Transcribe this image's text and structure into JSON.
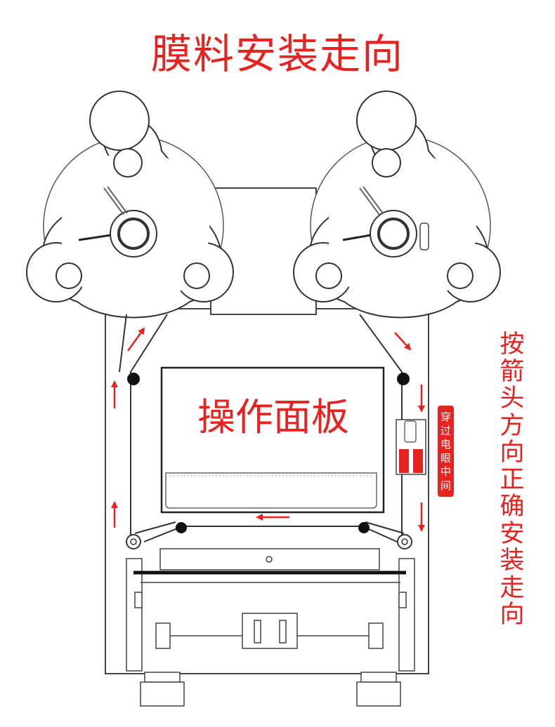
{
  "title": "膜料安装走向",
  "panel_label": "操作面板",
  "side_note": "按箭头方向正确安装走向",
  "badge_text": "穿过电眼中间",
  "colors": {
    "accent": "#e8231f",
    "line": "#333333",
    "fill": "#ffffff",
    "shade": "#f7f7f7"
  }
}
